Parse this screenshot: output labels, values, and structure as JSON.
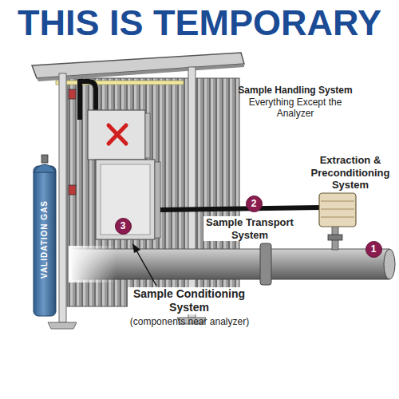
{
  "diagram": {
    "title": "THIS IS TEMPORARY",
    "nodes": [
      {
        "text": [
          "3"
        ]
      },
      {
        "text": [
          "2"
        ]
      },
      {
        "text": [
          "1"
        ]
      }
    ],
    "labels": [
      "Sample Handling System",
      "Everything Except the Analyzer",
      "Extraction & Preconditioning System",
      "Sample Transport System",
      "Sample Conditioning System",
      "(components near analyzer)",
      "VALIDATION GAS"
    ]
  }
}
